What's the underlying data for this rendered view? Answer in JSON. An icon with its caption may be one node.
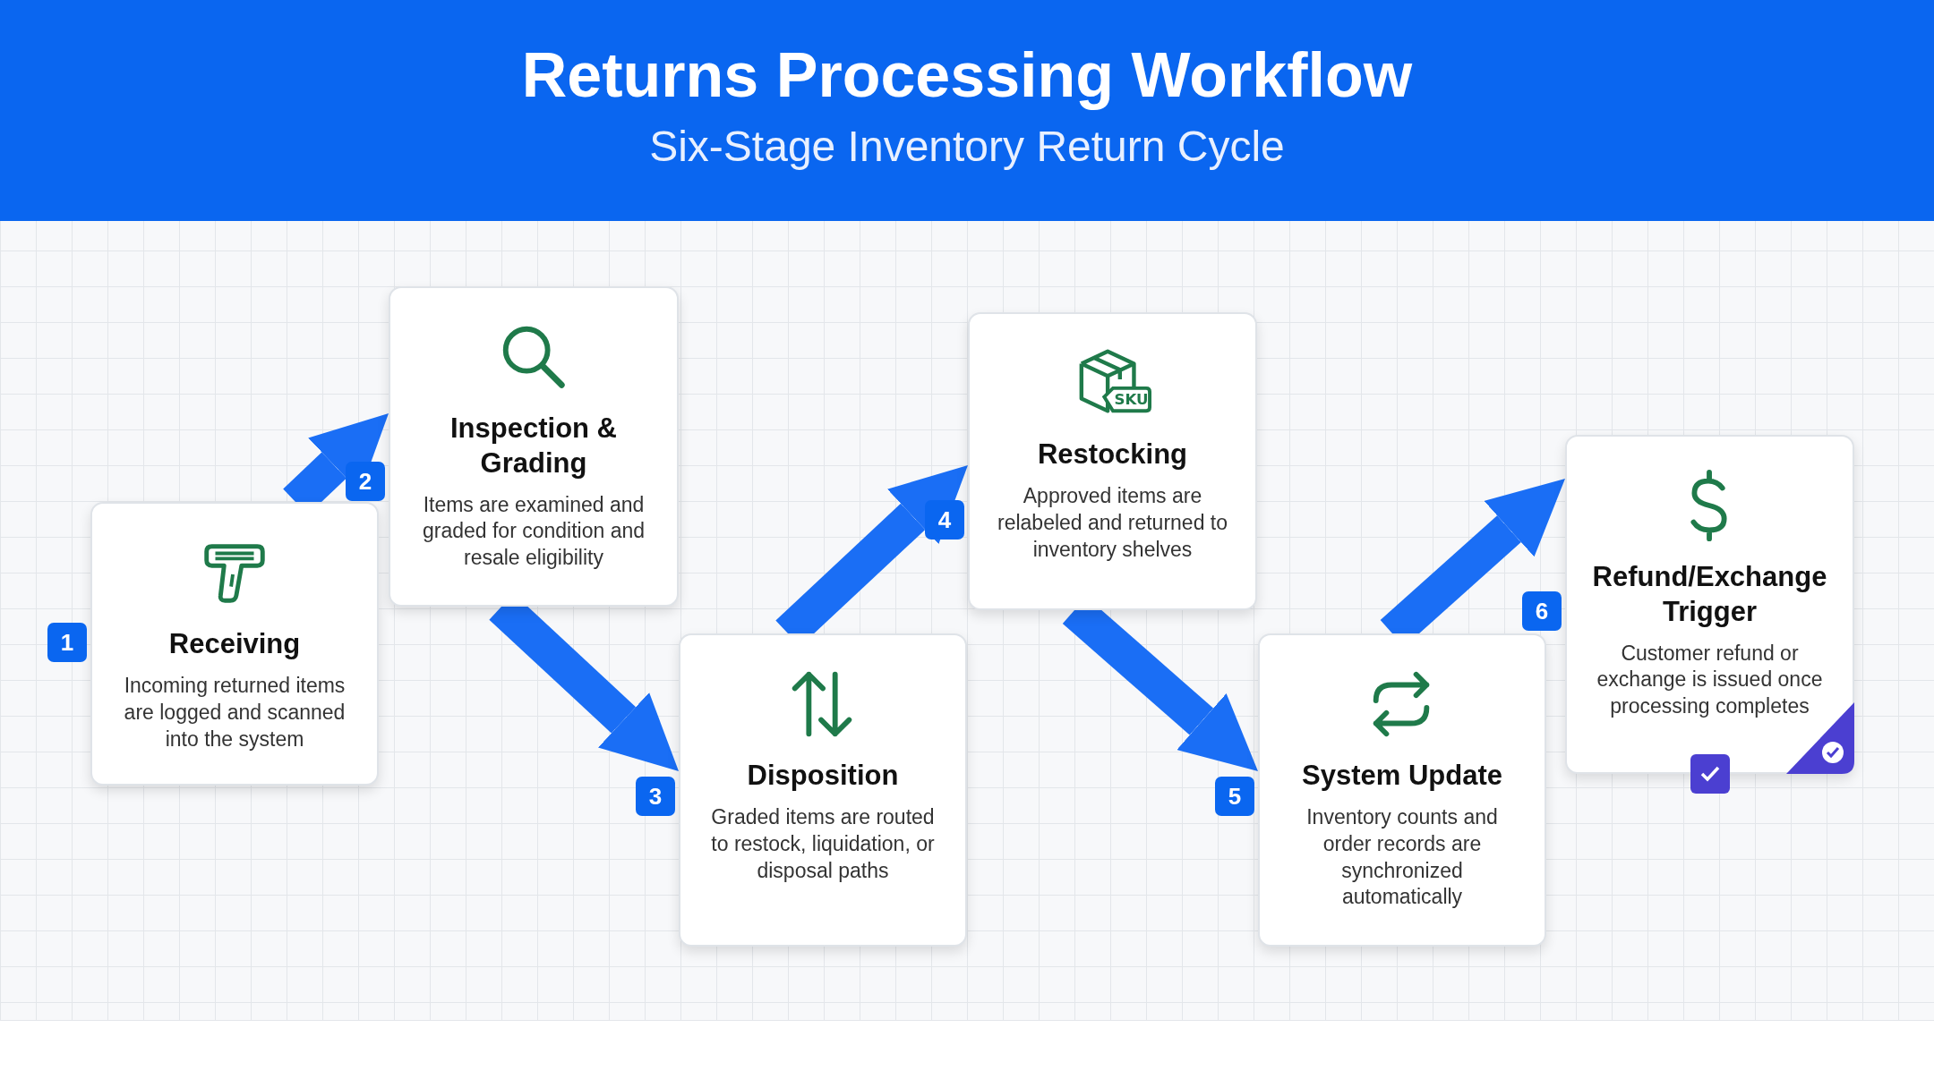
{
  "diagram": {
    "title": "Returns Processing Workflow",
    "caption": "Six-Stage Inventory Return Cycle",
    "nodes": [
      {
        "text": [
          "Receiving",
          "Incoming returned items are logged and scanned into the system"
        ],
        "beside": [
          "1"
        ]
      },
      {
        "text": [
          "Inspection & Grading",
          "Items are examined and graded for condition and resale eligibility"
        ],
        "beside": [
          "2"
        ]
      },
      {
        "text": [
          "Disposition",
          "Graded items are routed to restock, liquidation, or disposal paths"
        ],
        "beside": [
          "3"
        ]
      },
      {
        "text": [
          "Restocking",
          "Approved items are relabeled and returned to inventory shelves"
        ],
        "beside": [
          "4"
        ]
      },
      {
        "text": [
          "System Update",
          "Inventory counts and order records are synchronized automatically"
        ],
        "beside": [
          "5"
        ]
      },
      {
        "text": [
          "Refund/Exchange Trigger",
          "Customer refund or exchange is issued once processing completes"
        ],
        "beside": [
          "6"
        ]
      }
    ],
    "edges": [
      {
        "from": 0,
        "to": 1,
        "arrow": "to"
      },
      {
        "from": 1,
        "to": 2,
        "arrow": "to"
      },
      {
        "from": 2,
        "to": 3,
        "arrow": "to"
      },
      {
        "from": 3,
        "to": 4,
        "arrow": "to"
      },
      {
        "from": 4,
        "to": 5,
        "arrow": "to"
      }
    ],
    "labels": [
      "SKU"
    ]
  }
}
